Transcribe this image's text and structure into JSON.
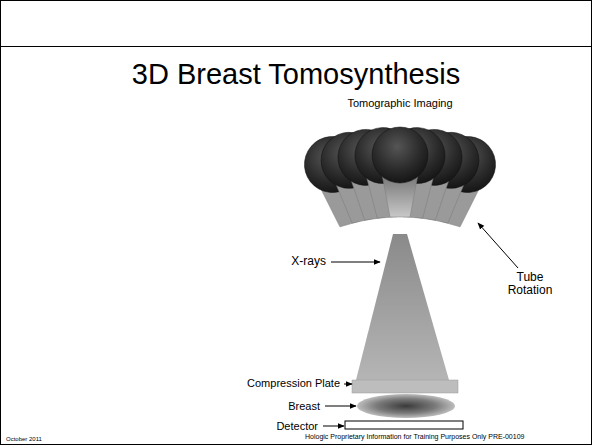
{
  "diagram": {
    "title": "3D Breast Tomosynthesis",
    "labels": [
      "Tomographic Imaging",
      "X-rays",
      "Tube Rotation",
      "Compression Plate",
      "Breast",
      "Detector",
      "October 2011",
      "Hologic Proprietary Information for Training Purposes Only  PRE-00109"
    ]
  }
}
